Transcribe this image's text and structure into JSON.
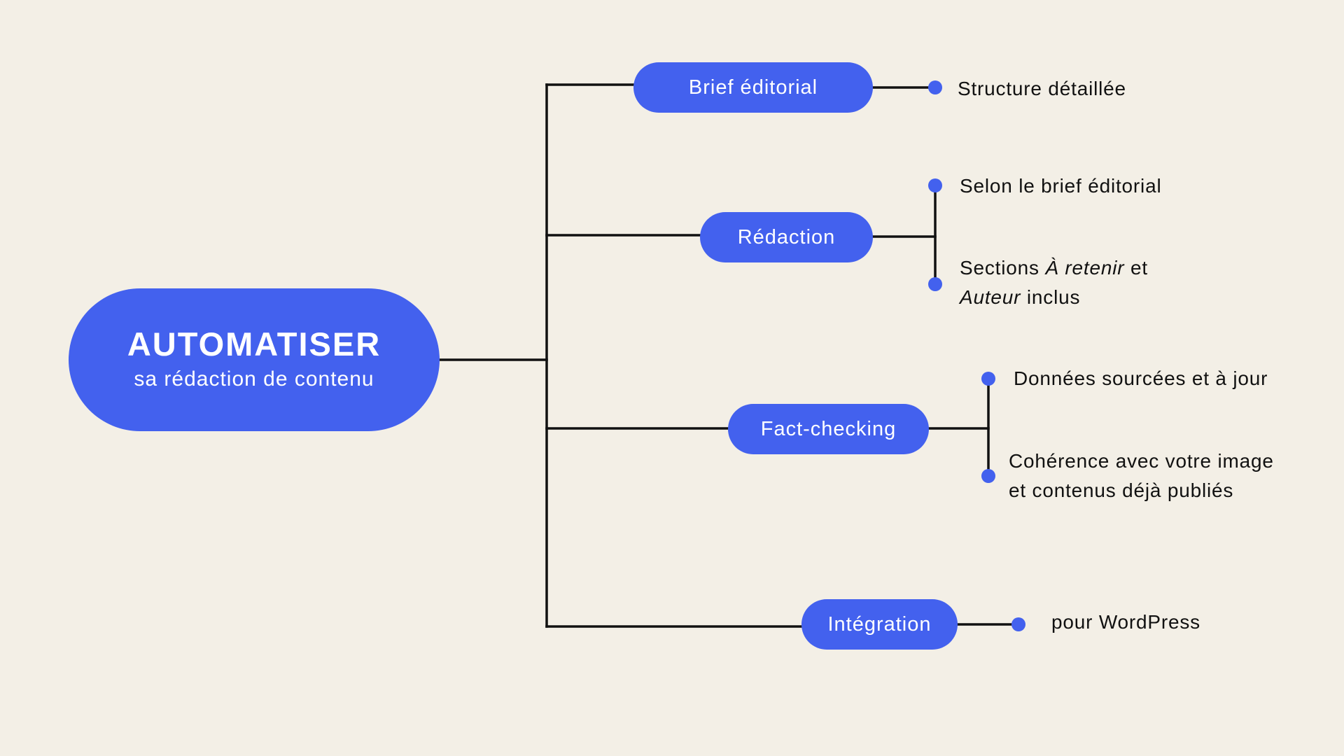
{
  "diagram": {
    "root": {
      "title": "AUTOMATISER",
      "subtitle": "sa rédaction de contenu"
    },
    "branches": [
      {
        "label": "Brief éditorial",
        "leaves": [
          "Structure détaillée"
        ]
      },
      {
        "label": "Rédaction",
        "leaves": [
          "Selon le brief éditorial",
          "Sections À retenir et Auteur inclus"
        ]
      },
      {
        "label": "Fact-checking",
        "leaves": [
          "Données sourcées et à jour",
          "Cohérence avec votre image et contenus déjà publiés"
        ]
      },
      {
        "label": "Intégration",
        "leaves": [
          "pour WordPress"
        ]
      }
    ],
    "leaf_parts": {
      "sections_prefix": "Sections ",
      "sections_italic_1": "À retenir",
      "sections_mid": " et",
      "sections_italic_2": "Auteur",
      "sections_suffix": " inclus",
      "coherence_line_1": "Cohérence avec votre image",
      "coherence_line_2": "et contenus déjà publiés"
    },
    "colors": {
      "background": "#f3efe6",
      "node_fill": "#4361ee",
      "node_text": "#ffffff",
      "line": "#111111",
      "leaf_text": "#111111"
    }
  }
}
